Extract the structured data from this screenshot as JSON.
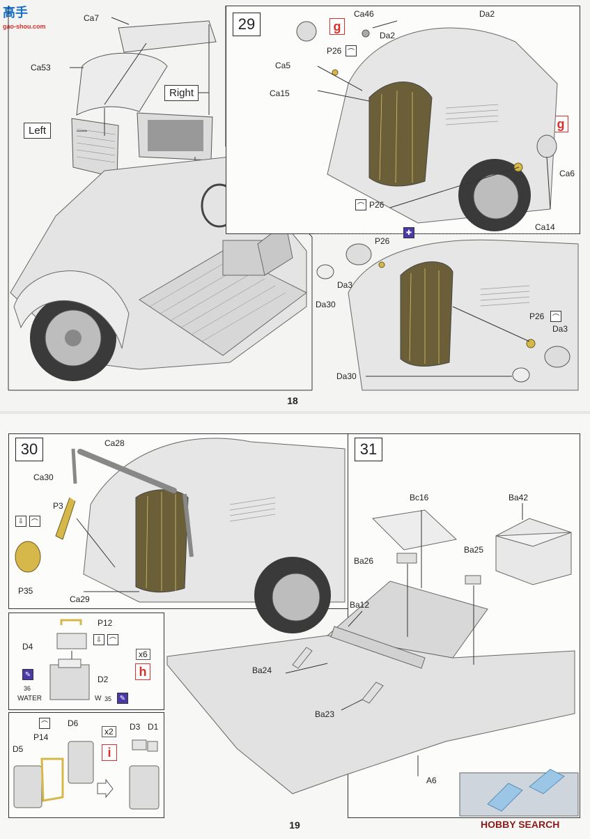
{
  "logo": {
    "chars": "高手",
    "sub": "gao-shou.com"
  },
  "page18": {
    "number": "18",
    "step28": {
      "labels": {
        "ca7": "Ca7",
        "ca53": "Ca53",
        "left": "Left",
        "right": "Right"
      }
    },
    "step29": {
      "number": "29",
      "callout_g1": "g",
      "callout_g2": "g",
      "labels": {
        "ca46": "Ca46",
        "da2a": "Da2",
        "da2b": "Da2",
        "p26a": "P26",
        "ca5": "Ca5",
        "ca15": "Ca15",
        "p26b": "P26",
        "ca6": "Ca6",
        "ca14": "Ca14"
      }
    },
    "step29b": {
      "labels": {
        "p26": "P26",
        "da3a": "Da3",
        "da30a": "Da30",
        "p26b": "P26",
        "da3b": "Da3",
        "da30b": "Da30"
      }
    }
  },
  "page19": {
    "number": "19",
    "step30": {
      "number": "30",
      "labels": {
        "ca28": "Ca28",
        "ca30": "Ca30",
        "p3": "P3",
        "p35": "P35",
        "ca29": "Ca29"
      }
    },
    "sub_water": {
      "labels": {
        "p12": "P12",
        "d4": "D4",
        "d2": "D2",
        "water": "WATER",
        "w": "W",
        "n36": "36",
        "n35": "35"
      },
      "count": "x6",
      "callout": "h"
    },
    "sub_jerry": {
      "labels": {
        "d6": "D6",
        "p14": "P14",
        "d5": "D5",
        "d3": "D3",
        "d1": "D1"
      },
      "count": "x2",
      "callout": "i"
    },
    "step31": {
      "number": "31",
      "labels": {
        "bc16": "Bc16",
        "ba42": "Ba42",
        "ba26": "Ba26",
        "ba25": "Ba25",
        "ba12": "Ba12",
        "ba24": "Ba24",
        "ba23": "Ba23",
        "a6": "A6"
      }
    },
    "watermark": "HOBBY SEARCH"
  }
}
